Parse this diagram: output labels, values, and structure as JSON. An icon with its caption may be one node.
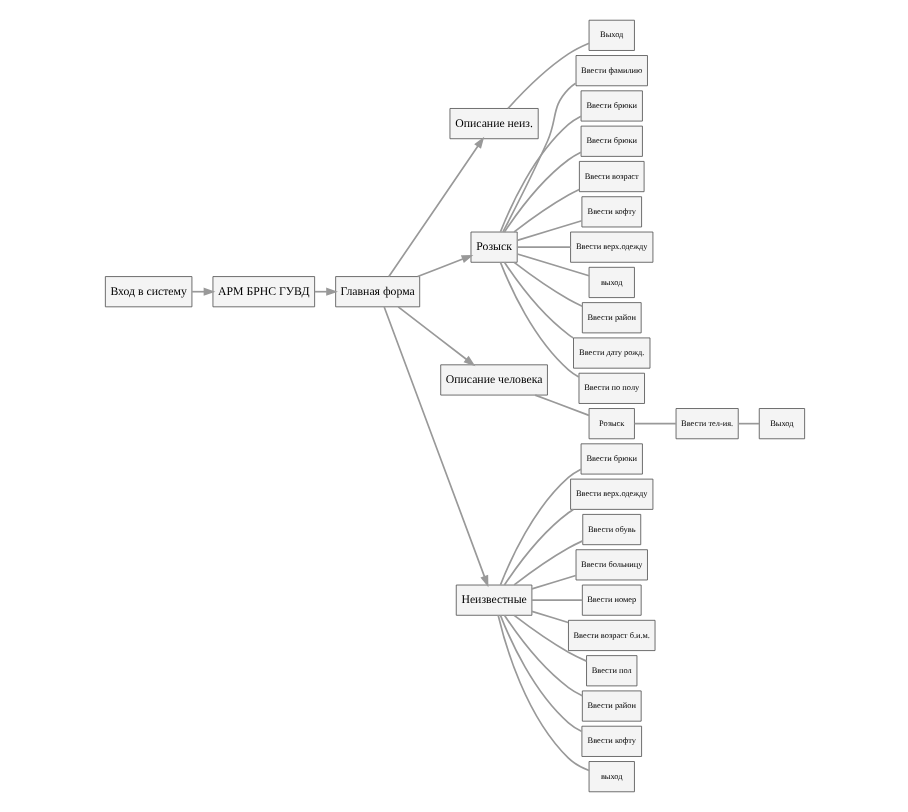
{
  "diagram": {
    "nodes": [
      {
        "text": [
          "Вход в систему"
        ]
      },
      {
        "text": [
          "АРМ БРНС ГУВД"
        ]
      },
      {
        "text": [
          "Главная форма"
        ]
      },
      {
        "text": [
          "Описание неиз."
        ]
      },
      {
        "text": [
          "Выход"
        ]
      },
      {
        "text": [
          "Розыск"
        ]
      },
      {
        "text": [
          "Ввести фамилию"
        ]
      },
      {
        "text": [
          "Ввести брюки"
        ]
      },
      {
        "text": [
          "Ввести брюки"
        ]
      },
      {
        "text": [
          "Ввести возраст"
        ]
      },
      {
        "text": [
          "Ввести кофту"
        ]
      },
      {
        "text": [
          "Ввести верх.одежду"
        ]
      },
      {
        "text": [
          "выход"
        ]
      },
      {
        "text": [
          "Ввести район"
        ]
      },
      {
        "text": [
          "Ввести дату рожд."
        ]
      },
      {
        "text": [
          "Ввести по полу"
        ]
      },
      {
        "text": [
          "Описание человека"
        ]
      },
      {
        "text": [
          "Розыск"
        ]
      },
      {
        "text": [
          "Ввести тел-ия."
        ]
      },
      {
        "text": [
          "Выход"
        ]
      },
      {
        "text": [
          "Неизвестные"
        ]
      },
      {
        "text": [
          "Ввести брюки"
        ]
      },
      {
        "text": [
          "Ввести верх.одежду"
        ]
      },
      {
        "text": [
          "Ввести обувь"
        ]
      },
      {
        "text": [
          "Ввести больницу"
        ]
      },
      {
        "text": [
          "Ввести номер"
        ]
      },
      {
        "text": [
          "Ввести возраст б.и.м."
        ]
      },
      {
        "text": [
          "Ввести пол"
        ]
      },
      {
        "text": [
          "Ввести район"
        ]
      },
      {
        "text": [
          "Ввести кофту"
        ]
      },
      {
        "text": [
          "выход"
        ]
      }
    ],
    "edges": [
      {
        "from": 0,
        "to": 1,
        "arrow": "to"
      },
      {
        "from": 1,
        "to": 2,
        "arrow": "to"
      },
      {
        "from": 2,
        "to": 3,
        "arrow": "to"
      },
      {
        "from": 3,
        "to": 4,
        "arrow": "none"
      },
      {
        "from": 2,
        "to": 5,
        "arrow": "to"
      },
      {
        "from": 5,
        "to": 6,
        "arrow": "none"
      },
      {
        "from": 5,
        "to": 7,
        "arrow": "none"
      },
      {
        "from": 5,
        "to": 8,
        "arrow": "none"
      },
      {
        "from": 5,
        "to": 9,
        "arrow": "none"
      },
      {
        "from": 5,
        "to": 10,
        "arrow": "none"
      },
      {
        "from": 5,
        "to": 11,
        "arrow": "none"
      },
      {
        "from": 5,
        "to": 12,
        "arrow": "none"
      },
      {
        "from": 5,
        "to": 13,
        "arrow": "none"
      },
      {
        "from": 5,
        "to": 14,
        "arrow": "none"
      },
      {
        "from": 5,
        "to": 15,
        "arrow": "none"
      },
      {
        "from": 2,
        "to": 16,
        "arrow": "to"
      },
      {
        "from": 16,
        "to": 17,
        "arrow": "none"
      },
      {
        "from": 17,
        "to": 18,
        "arrow": "none"
      },
      {
        "from": 18,
        "to": 19,
        "arrow": "none"
      },
      {
        "from": 2,
        "to": 20,
        "arrow": "to"
      },
      {
        "from": 20,
        "to": 21,
        "arrow": "none"
      },
      {
        "from": 20,
        "to": 22,
        "arrow": "none"
      },
      {
        "from": 20,
        "to": 23,
        "arrow": "none"
      },
      {
        "from": 20,
        "to": 24,
        "arrow": "none"
      },
      {
        "from": 20,
        "to": 25,
        "arrow": "none"
      },
      {
        "from": 20,
        "to": 26,
        "arrow": "none"
      },
      {
        "from": 20,
        "to": 27,
        "arrow": "none"
      },
      {
        "from": 20,
        "to": 28,
        "arrow": "none"
      },
      {
        "from": 20,
        "to": 29,
        "arrow": "none"
      },
      {
        "from": 20,
        "to": 30,
        "arrow": "none"
      }
    ]
  }
}
